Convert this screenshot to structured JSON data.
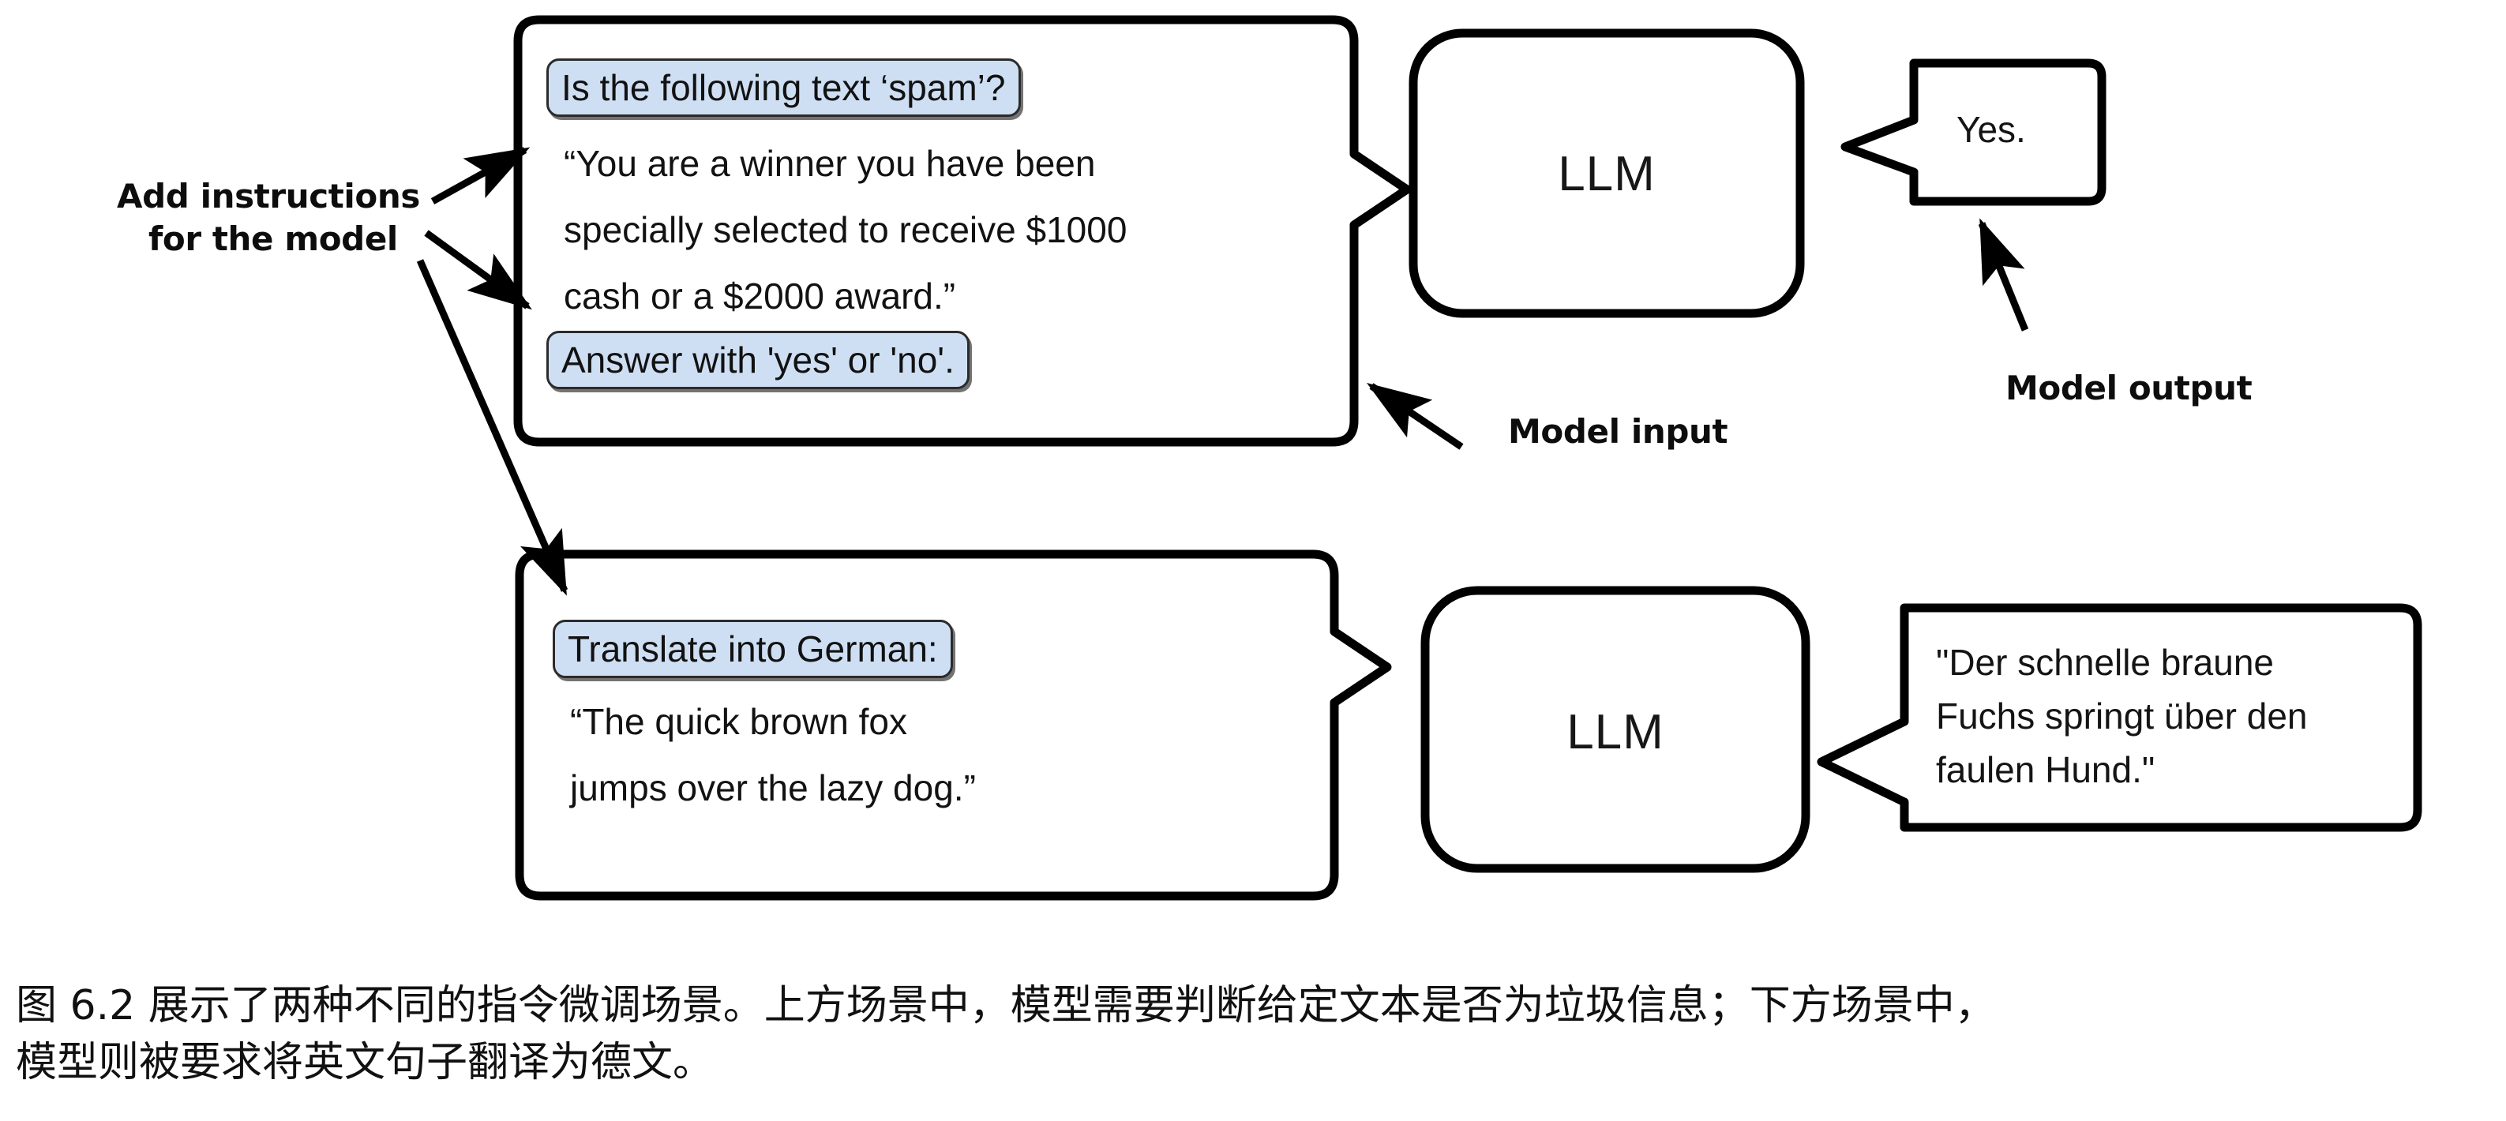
{
  "figure": {
    "annotations": {
      "add_instructions_line1": "Add instructions",
      "add_instructions_line2": "for the model",
      "model_input": "Model input",
      "model_output": "Model output"
    },
    "scenarios": [
      {
        "id": "spam-classification",
        "input_box": {
          "instruction_pill_top": "Is the following text ‘spam’?",
          "body_lines": [
            "“You are a winner you have been",
            "specially selected to receive $1000",
            "cash or a $2000 award.”"
          ],
          "instruction_pill_bottom": "Answer with 'yes' or 'no'."
        },
        "model_label": "LLM",
        "output_bubble_lines": [
          "Yes."
        ]
      },
      {
        "id": "german-translation",
        "input_box": {
          "instruction_pill_top": "Translate into German:",
          "body_lines": [
            "“The quick brown fox",
            "jumps over the lazy dog.”"
          ],
          "instruction_pill_bottom": null
        },
        "model_label": "LLM",
        "output_bubble_lines": [
          "\"Der schnelle braune",
          "Fuchs springt über den",
          "faulen Hund.\""
        ]
      }
    ],
    "colors": {
      "instruction_pill_fill": "#cfdff3",
      "stroke": "#000000",
      "text": "#111111",
      "background": "#ffffff"
    }
  },
  "caption": {
    "line1": "图 6.2 展示了两种不同的指令微调场景。上方场景中，模型需要判断给定文本是否为垃圾信息；下方场景中，",
    "line2": "模型则被要求将英文句子翻译为德文。"
  }
}
